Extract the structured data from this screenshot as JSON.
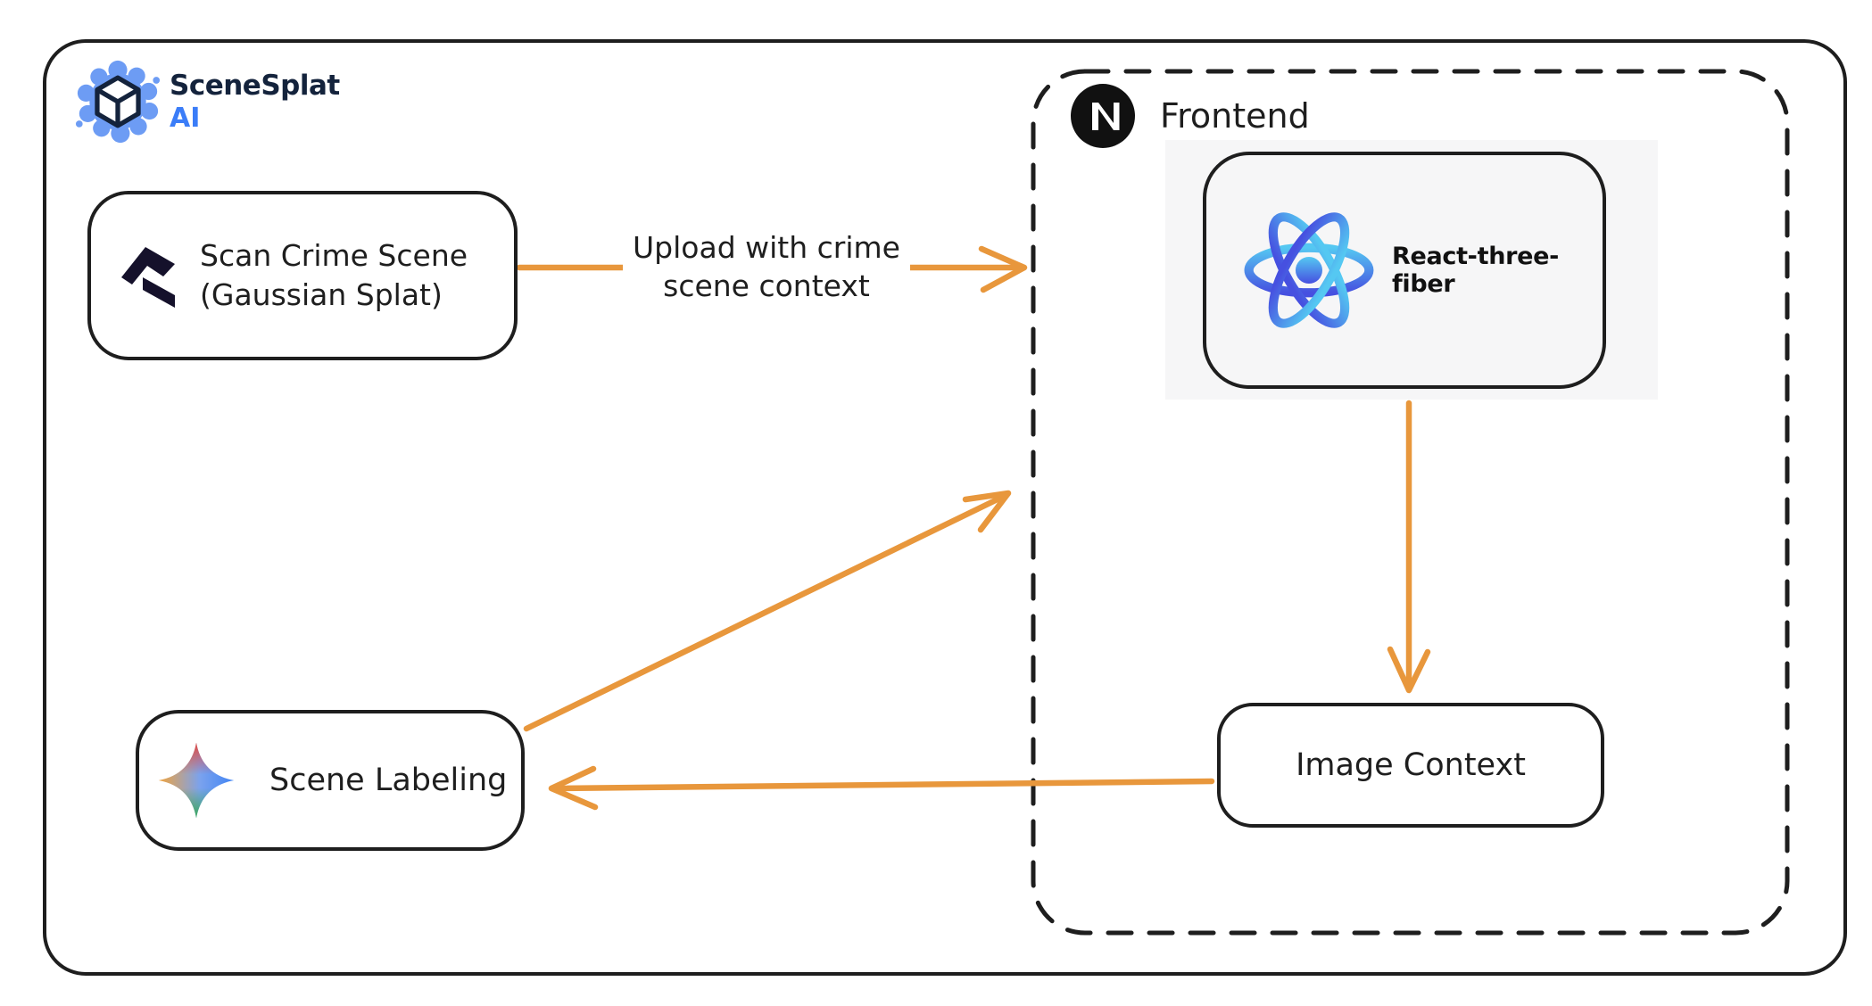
{
  "brand": {
    "name": "SceneSplat",
    "sub": "AI"
  },
  "groups": {
    "frontend": {
      "label": "Frontend",
      "icon": "nextjs-icon"
    }
  },
  "nodes": {
    "scan_crime_scene": {
      "line1": "Scan Crime Scene",
      "line2": "(Gaussian Splat)",
      "icon": "polycam-icon"
    },
    "react_three_fiber": {
      "label": "React-three-fiber",
      "icon": "react-icon"
    },
    "image_context": {
      "label": "Image Context"
    },
    "scene_labeling": {
      "label": "Scene Labeling",
      "icon": "gemini-sparkle-icon"
    }
  },
  "edges": {
    "upload": {
      "label_line1": "Upload with crime",
      "label_line2": "scene context"
    },
    "react_to_image_context": {
      "label": ""
    },
    "image_context_to_scene_labeling": {
      "label": ""
    },
    "scene_labeling_to_frontend": {
      "label": ""
    }
  },
  "icons": {
    "scenesplat-gear-icon": "blue splat/gear with isometric cube",
    "polycam-icon": "dark navy angular chevron mark",
    "nextjs-icon": "black circle with white N",
    "react-icon": "blue gradient atom with three orbits",
    "gemini-sparkle-icon": "four-point star with red/yellow/blue/green gradient"
  },
  "colors": {
    "canvas_border": "#1E1E1E",
    "arrow_orange": "#E8973C",
    "brand_navy": "#14233C",
    "brand_blue": "#3B7DF8",
    "gear_blue": "#6D9CF4",
    "polycam_navy": "#15112B",
    "nextjs_black": "#111111",
    "react_blue_top": "#55C8F2",
    "react_blue_bottom": "#4650E0",
    "gemini_red": "#EA4335",
    "gemini_yellow": "#F2A33C",
    "gemini_blue": "#4285F4",
    "gemini_green": "#34A853"
  }
}
